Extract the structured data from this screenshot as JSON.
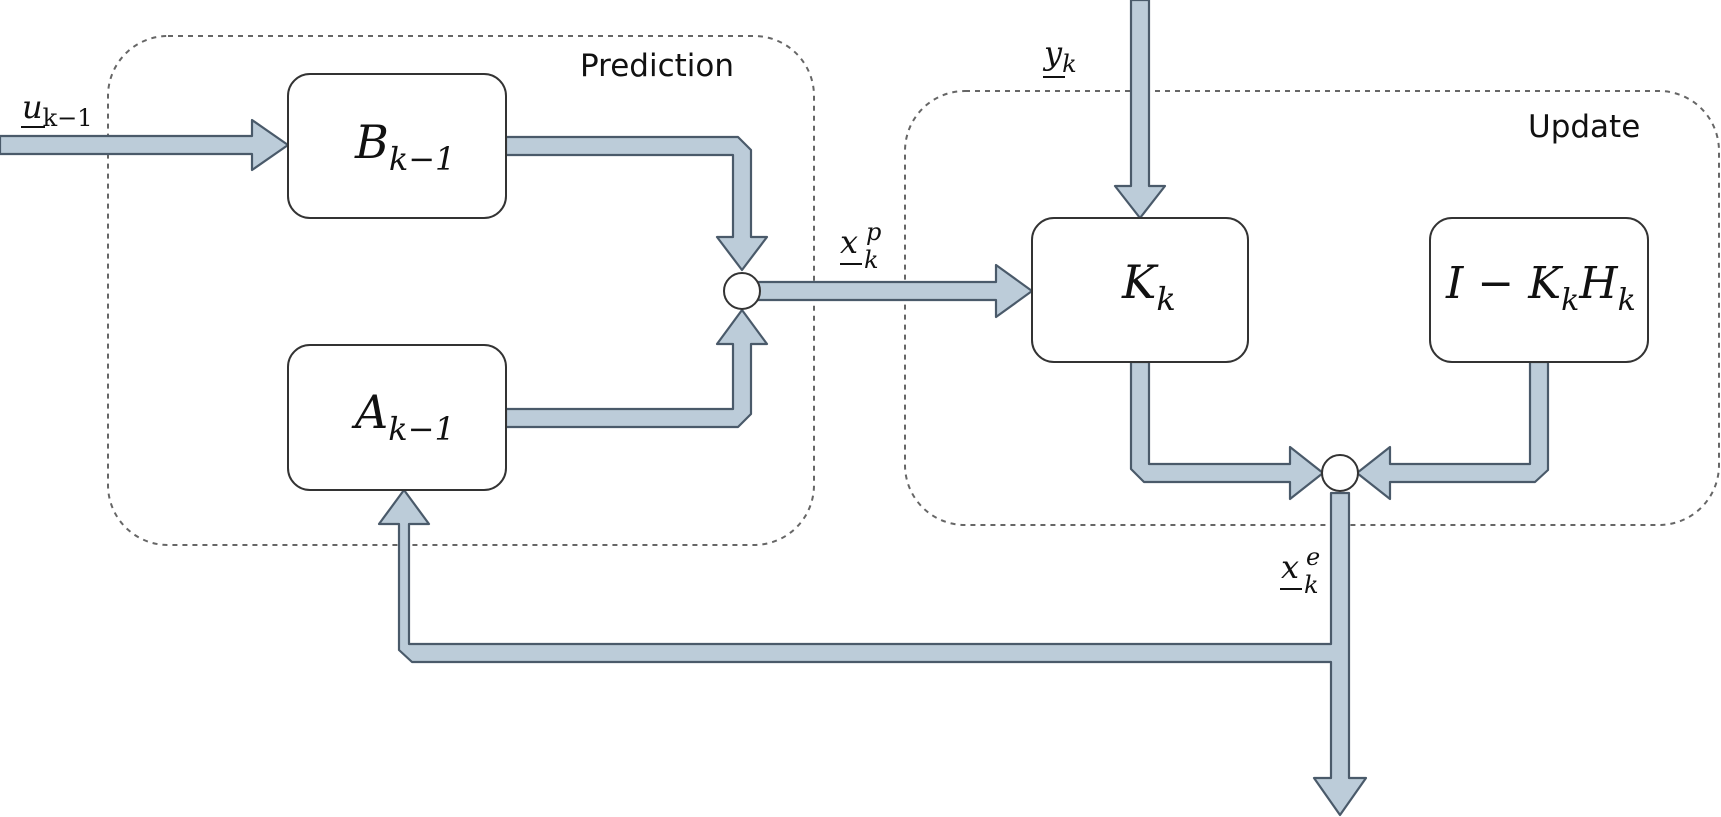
{
  "groups": {
    "prediction": "Prediction",
    "update": "Update"
  },
  "blocks": {
    "b": {
      "base": "B",
      "sub": "k−1"
    },
    "a": {
      "base": "A",
      "sub": "k−1"
    },
    "k": {
      "base": "K",
      "sub": "k"
    },
    "ikh": {
      "p1": "I − K",
      "s1": "k",
      "p2": "H",
      "s2": "k"
    }
  },
  "signals": {
    "u": {
      "base": "u",
      "sub": "k−1"
    },
    "y": {
      "base": "y",
      "sub": "k"
    },
    "xp": {
      "base": "x",
      "sub": "k",
      "sup": "p"
    },
    "xe": {
      "base": "x",
      "sub": "k",
      "sup": "e"
    }
  },
  "colors": {
    "pipe_fill": "#bcccd9",
    "pipe_stroke": "#4a5a6a",
    "group_border": "#666666"
  }
}
